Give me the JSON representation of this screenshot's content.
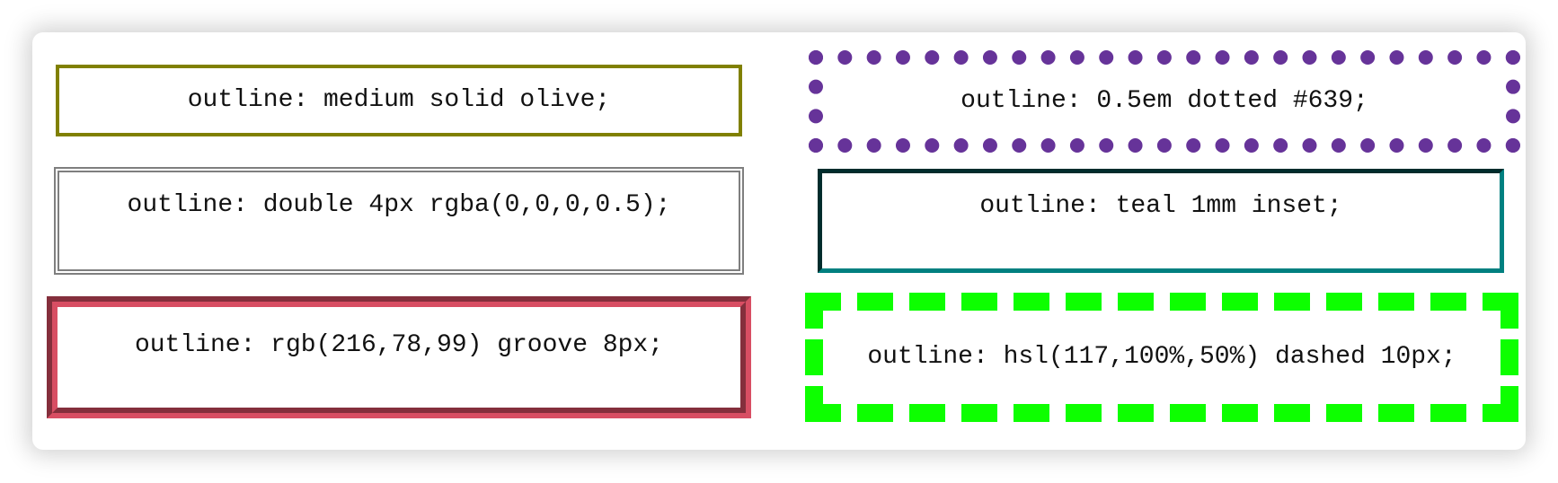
{
  "boxes": {
    "olive": "outline: medium solid olive;",
    "dotted": "outline: 0.5em dotted #639;",
    "double": "outline: double 4px rgba(0,0,0,0.5);",
    "teal": "outline: teal 1mm inset;",
    "groove": "outline: rgb(216,78,99) groove 8px;",
    "dashed": "outline: hsl(117,100%,50%) dashed 10px;"
  },
  "colors": {
    "olive": "#808000",
    "dotted": "#663399",
    "double": "rgba(0,0,0,0.5)",
    "teal": "#008080",
    "groove": "rgb(216,78,99)",
    "dashed": "hsl(117,100%,50%)"
  }
}
